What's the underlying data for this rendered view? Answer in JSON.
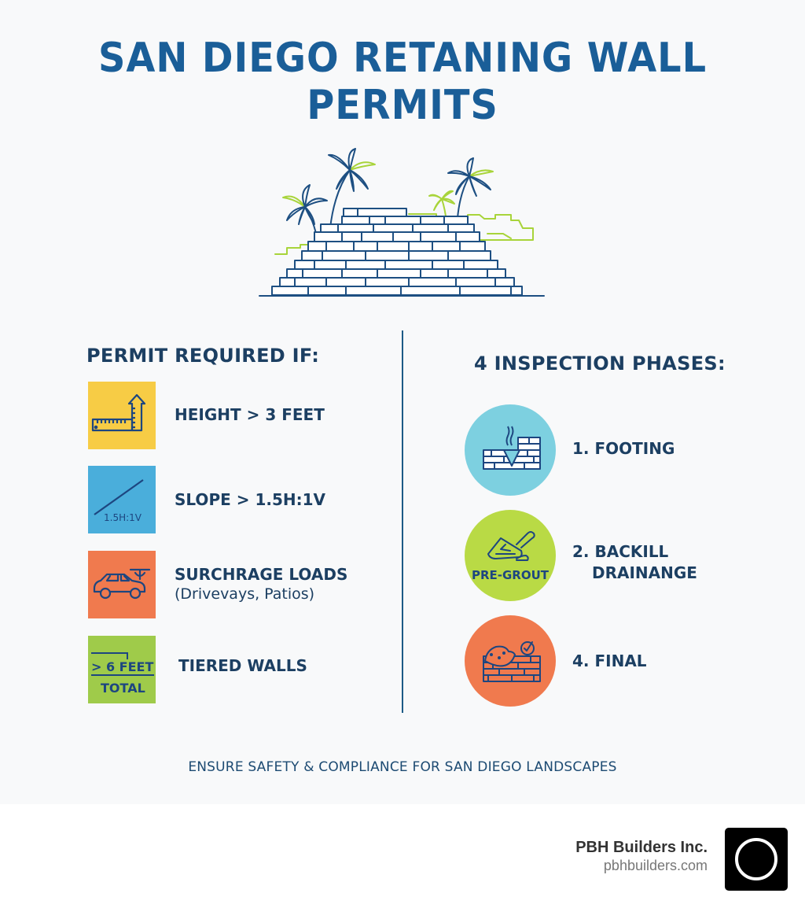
{
  "title": {
    "line1": "SAN DIEGO RETANING WALL",
    "line2": "PERMITS",
    "color": "#1a5e98"
  },
  "hero": {
    "icon": "retaining-wall-with-palm-trees-illustration",
    "colors": {
      "line": "#1d4f82",
      "accent": "#a8d43a"
    }
  },
  "permit_section": {
    "heading": "PERMIT REQUIRED IF:",
    "items": [
      {
        "label": "HEIGHT > 3 FEET",
        "sublabel": "",
        "icon": "ruler-height-icon",
        "bg": "#f7cc45"
      },
      {
        "label": "SLOPE > 1.5H:1V",
        "sublabel": "",
        "icon": "slope-icon",
        "icon_text": "1.5H:1V",
        "bg": "#4aaedb"
      },
      {
        "label": "SURCHRAGE LOADS",
        "sublabel": "(Drivevays, Patios)",
        "icon": "car-load-icon",
        "bg": "#f07a4e"
      },
      {
        "label": "TIERED WALLS",
        "sublabel": "",
        "icon": "tiered-total-icon",
        "icon_text_top": "> 6 FEET",
        "icon_text_bottom": "TOTAL",
        "bg": "#9fcb4a"
      }
    ]
  },
  "inspection_section": {
    "heading": "4 INSPECTION PHASES:",
    "phases": [
      {
        "line1": "1. FOOTING",
        "line2": "",
        "icon": "footing-wall-icon",
        "bg": "#7dd0e0"
      },
      {
        "line1": "2. BACKILL",
        "line2": "DRAINANGE",
        "icon": "trowel-icon",
        "icon_text": "PRE-GROUT",
        "bg": "#b9da45"
      },
      {
        "line1": "4. FINAL",
        "line2": "",
        "icon": "final-wall-check-icon",
        "bg": "#f07a4e"
      }
    ]
  },
  "tagline": "ENSURE SAFETY & COMPLIANCE FOR SAN DIEGO LANDSCAPES",
  "brand": {
    "name": "PBH Builders Inc.",
    "url": "pbhbuilders.com",
    "logo": "ring-logo-icon"
  }
}
